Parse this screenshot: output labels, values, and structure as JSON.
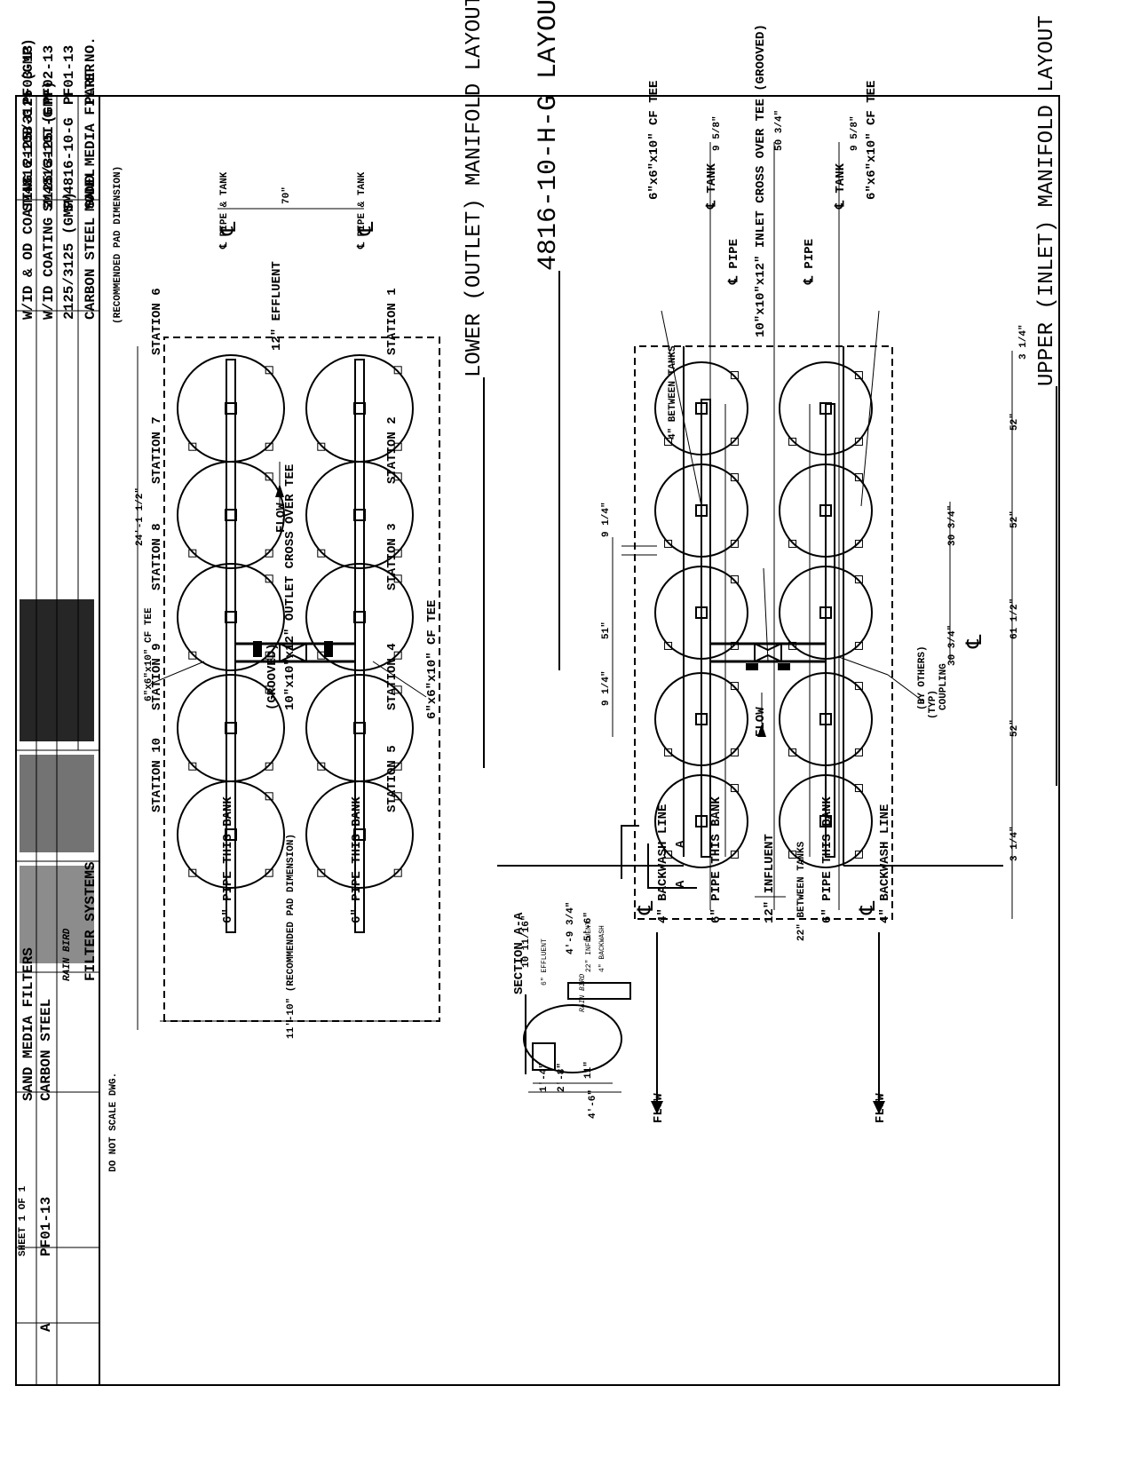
{
  "title": "4816-10-H-G LAYOUT",
  "upper_title": "UPPER (INLET) MANIFOLD LAYOUT",
  "lower_title": "LOWER (OUTLET) MANIFOLD LAYOUT",
  "upper": {
    "dims": [
      "3 1/4\"",
      "52\"",
      "52\"",
      "61 1/2\"",
      "52\"",
      "3 1/4\""
    ],
    "dim_30_a": "30 3/4\"",
    "dim_30_b": "30 3/4\"",
    "cl": "℄",
    "coupling": [
      "COUPLING",
      "(TYP)",
      "(BY OTHERS)"
    ],
    "tee_top": "6\"x6\"x10\" CF TEE",
    "tee_bottom": "6\"x6\"x10\" CF TEE",
    "cross": "10\"x10\"x12\" INLET CROSS OVER TEE (GROOVED)",
    "flow": "FLOW",
    "between_tanks": "4\" BETWEEN TANKS",
    "dim_9_left": "9 1/4\"",
    "dim_51": "51\"",
    "dim_9_right": "9 1/4\"",
    "backwash_top": "4\" BACKWASH LINE",
    "backwash_bottom": "4\" BACKWASH LINE",
    "flow_top": "FLOW",
    "flow_bottom": "FLOW",
    "pipe_bank_top": "6\" PIPE THIS BANK",
    "pipe_bank_bottom": "6\" PIPE THIS BANK",
    "between_22": "22\" BETWEEN TANKS",
    "influent": "12\" INFLUENT",
    "dim_958_top": "9 5/8\"",
    "dim_50": "50 3/4\"",
    "dim_958_bot": "9 5/8\"",
    "cl_tank_top": "℄ TANK",
    "cl_pipe_top": "℄ PIPE",
    "cl_tank_bot": "℄ TANK",
    "cl_pipe_bot": "℄ PIPE",
    "section_mark": "A"
  },
  "lower": {
    "tee_top": "6\"x6\"x10\" CF TEE",
    "tee_bottom": "6\"x6\"x10\" CF TEE",
    "cross": "10\"x10\"x12\" OUTLET CROSS OVER TEE",
    "cross_b": "(GROOVED)",
    "effluent": "12\" EFFLUENT",
    "flow": "FLOW",
    "stations_top": [
      "STATION 1",
      "STATION 2",
      "STATION 3",
      "STATION 4",
      "STATION 5"
    ],
    "stations_bottom": [
      "STATION 6",
      "STATION 7",
      "STATION 8",
      "STATION 9",
      "STATION 10"
    ],
    "pipe_tank_top": "℄ PIPE & TANK",
    "pipe_tank_bot": "℄ PIPE & TANK",
    "dim_70": "70\"",
    "pipe_bank_top": "6\" PIPE THIS BANK",
    "pipe_bank_bottom": "6\" PIPE THIS BANK",
    "pad_width": "24'-1 1/2\"",
    "pad_width_note": "(RECOMMENDED PAD DIMENSION)",
    "pad_length": "11'-10\" (RECOMMENDED PAD DIMENSION)"
  },
  "section": {
    "title": "SECTION A-A",
    "dims": [
      "5'-6\"",
      "4'-9 3/4\"",
      "10 11/16\"",
      "1'-4\"",
      "2'-8\"",
      "11\"",
      "4'-6\""
    ],
    "backwash": "4\" BACKWASH",
    "influent": "22\" INFLUENT",
    "effluent": "6\" EFFLUENT",
    "brand": "RAIN BIRD"
  },
  "title_block": {
    "headers": [
      "PART NO.",
      "MODEL",
      "CARBON STEEL SAND MEDIA FILTER"
    ],
    "rows": [
      [
        "PF01-13",
        "SM4816-10-G",
        "2125/3125 (GMP)"
      ],
      [
        "PF02-13",
        "SM4816-10I-G",
        "W/ID COATING 2125/3125 (GMP)"
      ],
      [
        "PF03-13",
        "SM4816-10B-G",
        "W/ID & OD COATING 2125/3125 (GMP)"
      ]
    ],
    "do_not_scale": "DO NOT SCALE DWG.",
    "company": "FILTER SYSTEMS",
    "brand": "RAIN BIRD",
    "drawing_title_1": "CARBON STEEL",
    "drawing_title_2": "SAND MEDIA FILTERS",
    "drawing_number": "PF01-13",
    "revision": "A",
    "sheet": "SHEET 1 OF 1"
  }
}
